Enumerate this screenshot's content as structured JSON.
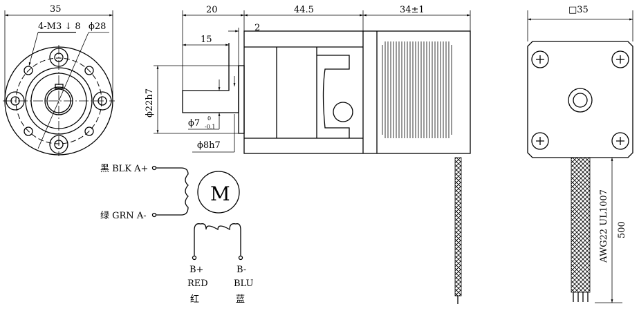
{
  "front_view": {
    "width_dim": "35",
    "thread_note": "4-M3 ↓ 8",
    "pcd_dim": "ϕ28"
  },
  "side_view": {
    "gearbox_length": "20",
    "shaft_length": "15",
    "flange_thickness": "2",
    "motor_length": "44.5",
    "rear_length": "34±1",
    "pilot_dia": "ϕ22h7",
    "shaft_dia": "ϕ7",
    "shaft_tol_upper": "0",
    "shaft_tol_lower": "-0.1",
    "boss_dia": "ϕ8h7"
  },
  "rear_view": {
    "size_dim": "□35",
    "cable_label": "AWG22 UL1007",
    "cable_length": "500"
  },
  "wiring": {
    "motor_symbol": "M",
    "a_plus": "黑 BLK A+",
    "a_minus": "绿 GRN A-",
    "b_plus": "B+",
    "b_plus_color": "RED",
    "b_plus_cn": "红",
    "b_minus": "B-",
    "b_minus_color": "BLU",
    "b_minus_cn": "蓝"
  }
}
